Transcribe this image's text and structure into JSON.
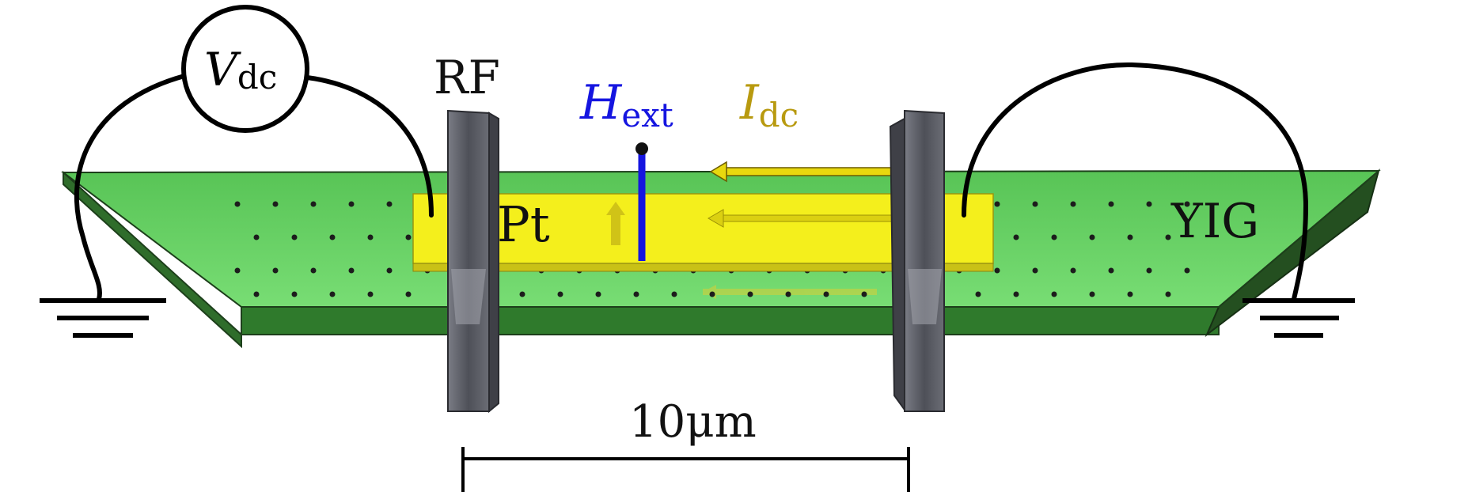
{
  "labels": {
    "vdc_main": "V",
    "vdc_sub": "dc",
    "rf": "RF",
    "hext_main": "H",
    "hext_sub": "ext",
    "idc_main": "I",
    "idc_sub": "dc",
    "pt": "Pt",
    "yig": "YIG",
    "scale": "10μm"
  },
  "colors": {
    "yig_top": "#6fd86a",
    "yig_side": "#2e6b2a",
    "pt": "#f2ee1a",
    "electrode": "#5c5e66",
    "field": "#1010e0",
    "current": "#b89a10",
    "wire": "#000000"
  }
}
